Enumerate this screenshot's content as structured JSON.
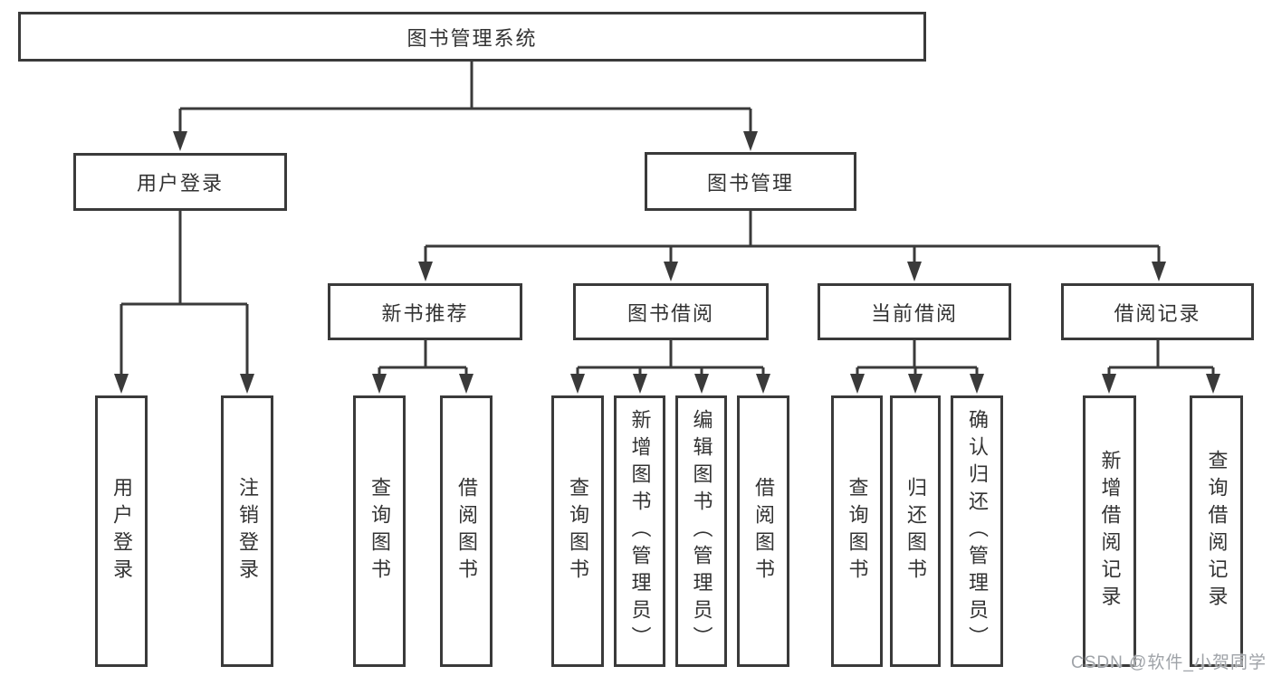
{
  "diagram": {
    "root": {
      "label": "图书管理系统"
    },
    "branches": [
      {
        "label": "用户登录",
        "leaves": [
          {
            "label": "用户登录"
          },
          {
            "label": "注销登录"
          }
        ]
      },
      {
        "label": "图书管理",
        "groups": [
          {
            "label": "新书推荐",
            "leaves": [
              {
                "label": "查询图书"
              },
              {
                "label": "借阅图书"
              }
            ]
          },
          {
            "label": "图书借阅",
            "leaves": [
              {
                "label": "查询图书"
              },
              {
                "label": "新增图书（管理员）"
              },
              {
                "label": "编辑图书（管理员）"
              },
              {
                "label": "借阅图书"
              }
            ]
          },
          {
            "label": "当前借阅",
            "leaves": [
              {
                "label": "查询图书"
              },
              {
                "label": "归还图书"
              },
              {
                "label": "确认归还（管理员）"
              }
            ]
          },
          {
            "label": "借阅记录",
            "leaves": [
              {
                "label": "新增借阅记录"
              },
              {
                "label": "查询借阅记录"
              }
            ]
          }
        ]
      }
    ]
  },
  "watermark": {
    "text": "CSDN @软件_小贺同学"
  },
  "colors": {
    "line": "#3a3a3a",
    "box_border": "#3a3a3a",
    "text": "#333333",
    "background": "#ffffff",
    "watermark": "#9fa3a8"
  }
}
